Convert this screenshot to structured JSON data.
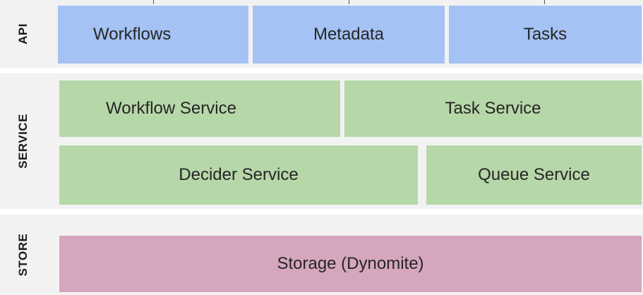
{
  "layers": {
    "api": {
      "label": "API",
      "boxes": [
        "Workflows",
        "Metadata",
        "Tasks"
      ]
    },
    "service": {
      "label": "SERVICE",
      "boxes": [
        "Workflow Service",
        "Task Service",
        "Decider Service",
        "Queue Service"
      ]
    },
    "store": {
      "label": "STORE",
      "boxes": [
        "Storage (Dynomite)"
      ]
    }
  },
  "colors": {
    "api": "#a4c2f4",
    "service": "#b6d7a8",
    "store": "#d5a6bd",
    "layer_background": "#f2f2f2"
  }
}
